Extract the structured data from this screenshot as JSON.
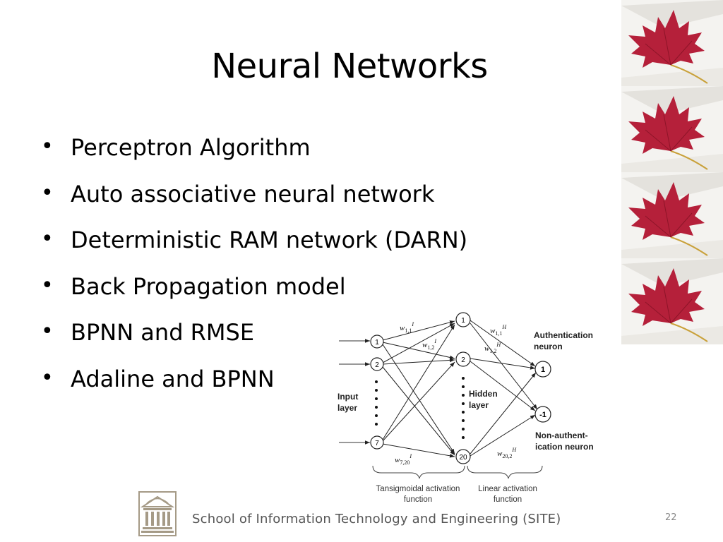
{
  "slide": {
    "title": "Neural Networks",
    "page_number": "22",
    "bullets": [
      "Perceptron Algorithm",
      "Auto associative neural network",
      "Deterministic RAM network (DARN)",
      "Back Propagation model",
      "BPNN and RMSE",
      "Adaline and BPNN"
    ]
  },
  "footer": {
    "text": "School of Information Technology and Engineering (SITE)"
  },
  "diagram": {
    "input_nodes": [
      "1",
      "2",
      "7"
    ],
    "hidden_nodes": [
      "1",
      "2",
      "20"
    ],
    "output_nodes": [
      "1",
      "-1"
    ],
    "labels": {
      "input_layer_1": "Input",
      "input_layer_2": "layer",
      "hidden_layer_1": "Hidden",
      "hidden_layer_2": "layer",
      "auth_1": "Authentication",
      "auth_2": "neuron",
      "nonauth_1": "Non-authent-",
      "nonauth_2": "ication neuron",
      "tansig_1": "Tansigmoidal activation",
      "tansig_2": "function",
      "linear_1": "Linear activation",
      "linear_2": "function"
    },
    "weights": {
      "w11I": "w",
      "w11I_sub": "1,1",
      "w11I_sup": "I",
      "w12I": "w",
      "w12I_sub": "1,2",
      "w12I_sup": "I",
      "w720I": "w",
      "w720I_sub": "7,20",
      "w720I_sup": "I",
      "w11H": "w",
      "w11H_sub": "1,1",
      "w11H_sup": "H",
      "w12H": "w",
      "w12H_sub": "1,2",
      "w12H_sup": "H",
      "w202H": "w",
      "w202H_sub": "20,2",
      "w202H_sup": "H"
    }
  },
  "colors": {
    "leaf": "#b5203a",
    "leaf_dark": "#8e1428",
    "stem": "#c9a13a",
    "paper": "#f3f2ef",
    "logo": "#a59a86"
  }
}
